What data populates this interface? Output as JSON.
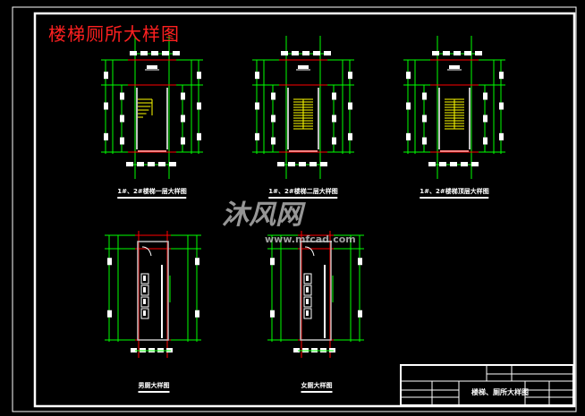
{
  "drawing": {
    "title": "楼梯厕所大样图",
    "colors": {
      "background": "#000000",
      "frame": "#ffffff",
      "title": "#ff2020",
      "dimension": "#00ff00",
      "axis": "#ff0000",
      "stair": "#ffff00",
      "wall": "#c0c0c0"
    },
    "plans": [
      {
        "label": "1#、2#楼梯一层大样图",
        "kind": "stair-first"
      },
      {
        "label": "1#、2#楼梯二层大样图",
        "kind": "stair-typical"
      },
      {
        "label": "1#、2#楼梯顶层大样图",
        "kind": "stair-top"
      },
      {
        "label": "男厕大样图",
        "kind": "toilet-men"
      },
      {
        "label": "女厕大样图",
        "kind": "toilet-women"
      }
    ],
    "title_block": {
      "drawing_name": "楼梯、厕所大样图"
    },
    "watermark": {
      "brand": "沐风网",
      "url": "www.mfcad.com"
    }
  }
}
